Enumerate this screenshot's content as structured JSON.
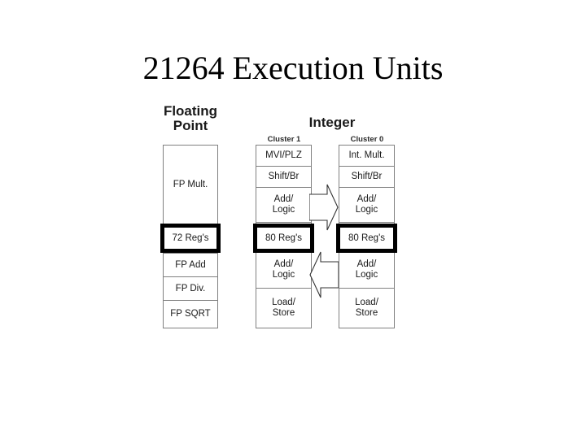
{
  "slide": {
    "title": "21264 Execution Units",
    "background_color": "#ffffff",
    "text_color": "#000000",
    "emphasis_border_color": "#000000",
    "box_border_color": "#808080"
  },
  "diagram": {
    "columns": [
      {
        "id": "floating-point",
        "header": "Floating\nPoint",
        "header_lines": [
          "Floating",
          "Point"
        ],
        "subheader": "",
        "cells": [
          {
            "label": "FP Mult.",
            "emphasis": false,
            "height_units": 3
          },
          {
            "label": "72 Reg's",
            "emphasis": true,
            "height_units": 1
          },
          {
            "label": "FP Add",
            "emphasis": false,
            "height_units": 1
          },
          {
            "label": "FP Div.",
            "emphasis": false,
            "height_units": 1
          },
          {
            "label": "FP SQRT",
            "emphasis": false,
            "height_units": 1.5
          }
        ]
      },
      {
        "id": "integer-cluster-1",
        "header": "",
        "subheader": "Cluster 1",
        "cells": [
          {
            "label": "MVI/PLZ",
            "emphasis": false,
            "height_units": 1
          },
          {
            "label": "Shift/Br",
            "emphasis": false,
            "height_units": 1
          },
          {
            "label": "Add/\nLogic",
            "emphasis": false,
            "height_units": 1.5
          },
          {
            "label": "80 Reg's",
            "emphasis": true,
            "height_units": 1
          },
          {
            "label": "Add/\nLogic",
            "emphasis": false,
            "height_units": 1.5
          },
          {
            "label": "Load/\nStore",
            "emphasis": false,
            "height_units": 1.5
          }
        ]
      },
      {
        "id": "integer-cluster-0",
        "header": "",
        "subheader": "Cluster 0",
        "cells": [
          {
            "label": "Int. Mult.",
            "emphasis": false,
            "height_units": 1
          },
          {
            "label": "Shift/Br",
            "emphasis": false,
            "height_units": 1
          },
          {
            "label": "Add/\nLogic",
            "emphasis": false,
            "height_units": 1.5
          },
          {
            "label": "80 Reg's",
            "emphasis": true,
            "height_units": 1
          },
          {
            "label": "Add/\nLogic",
            "emphasis": false,
            "height_units": 1.5
          },
          {
            "label": "Load/\nStore",
            "emphasis": false,
            "height_units": 1.5
          }
        ]
      }
    ],
    "group_header": "Integer",
    "connectors": [
      {
        "id": "cluster1-to-cluster0",
        "direction": "right",
        "style": "hollow-block-arrow"
      },
      {
        "id": "cluster0-to-cluster1",
        "direction": "left",
        "style": "hollow-block-arrow"
      }
    ]
  }
}
